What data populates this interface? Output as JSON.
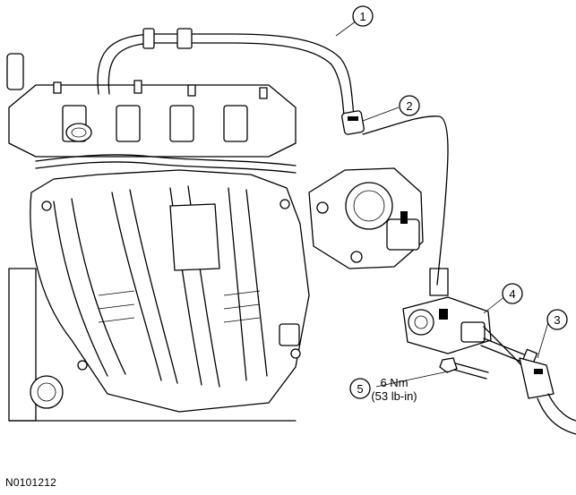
{
  "figure": {
    "id": "N0101212"
  },
  "callouts": [
    {
      "number": "1"
    },
    {
      "number": "2"
    },
    {
      "number": "3"
    },
    {
      "number": "4"
    },
    {
      "number": "5",
      "torque_nm": "6 Nm",
      "torque_lbin": "(53 lb-in)"
    }
  ],
  "colors": {
    "line": "#000000",
    "background": "#ffffff"
  }
}
